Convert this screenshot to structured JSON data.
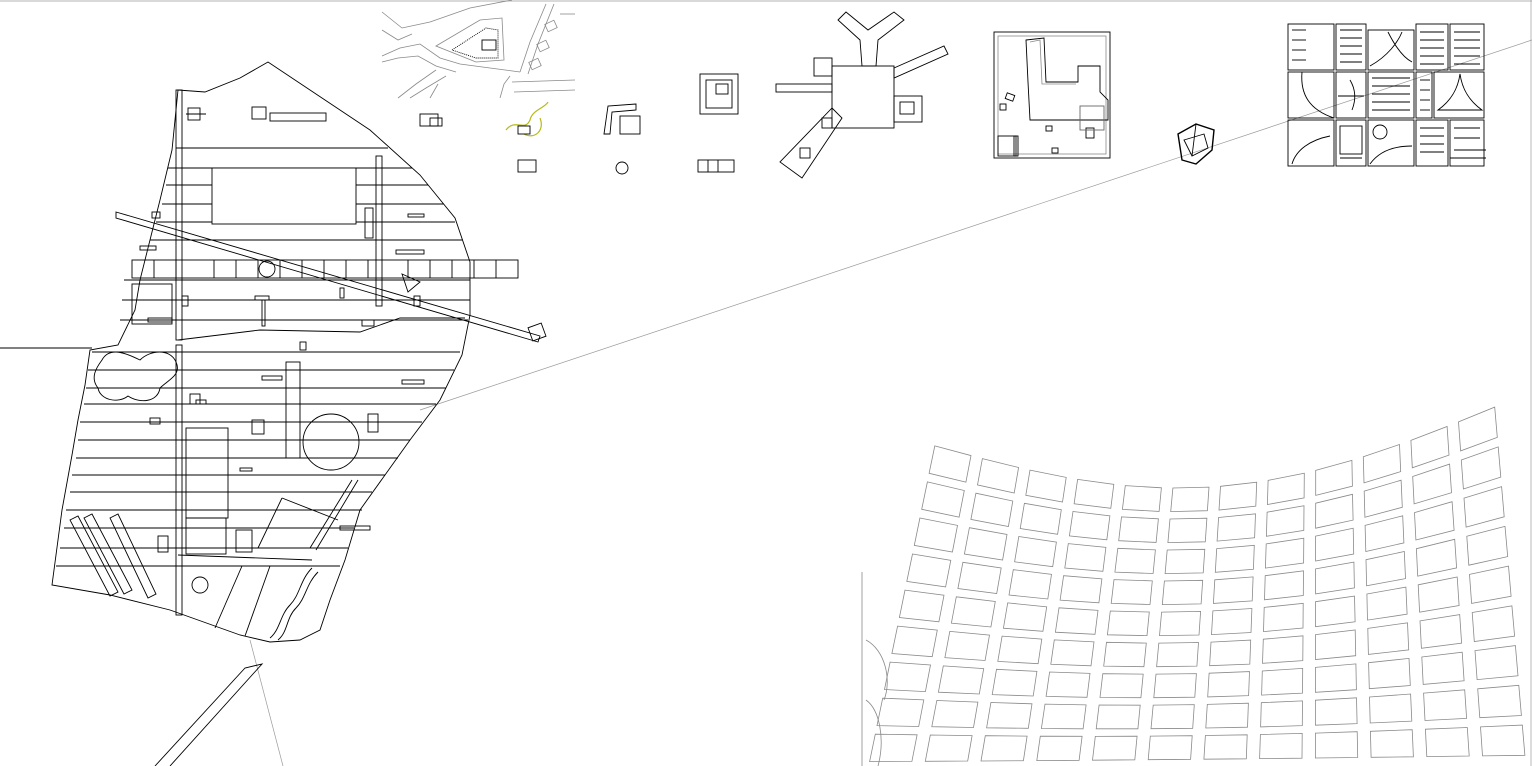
{
  "viewport": {
    "name": "cad-model-space",
    "background": "#ffffff"
  },
  "palette": {
    "primary_line": "#000000",
    "secondary_line": "#8a8a8a",
    "highlight_line": "#b9b81a"
  },
  "drawing_elements": [
    {
      "id": "masterplan-site",
      "kind": "site plan with striped parcels"
    },
    {
      "id": "context-road-network",
      "kind": "road network with triangular plaza"
    },
    {
      "id": "small-building-details",
      "kind": "row of miniature plan details"
    },
    {
      "id": "cross-building-plan",
      "kind": "square core with three arms"
    },
    {
      "id": "l-shaped-building-plan",
      "kind": "framed L-shaped building"
    },
    {
      "id": "faceted-pavilion-plan",
      "kind": "small faceted object"
    },
    {
      "id": "city-block-grid",
      "kind": "block grid of housing rows"
    },
    {
      "id": "warped-street-grid",
      "kind": "warped grid of street blocks"
    }
  ]
}
